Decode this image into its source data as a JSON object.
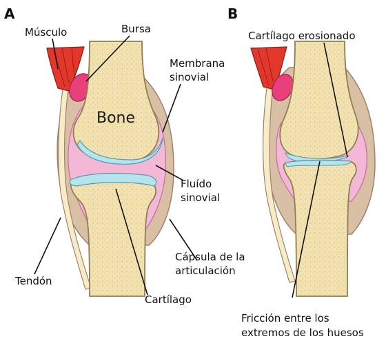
{
  "panels": {
    "a": "A",
    "b": "B"
  },
  "labels_a": {
    "muscle": "Músculo",
    "bursa": "Bursa",
    "bone": "Bone",
    "synovial_membrane_1": "Membrana",
    "synovial_membrane_2": "sinovial",
    "synovial_fluid_1": "Fluído",
    "synovial_fluid_2": "sinovial",
    "capsule_1": "Cápsula de la",
    "capsule_2": "articulación",
    "tendon": "Tendón",
    "cartilage": "Cartílago"
  },
  "labels_b": {
    "eroded_cartilage": "Cartílago erosionado",
    "friction_1": "Fricción entre los",
    "friction_2": "extremos de los huesos"
  },
  "colors": {
    "bone": "#f2e2b0",
    "bone_outline": "#a89a6a",
    "capsule": "#d9bfa3",
    "fluid": "#f2b8d6",
    "cartilage": "#b7e3ec",
    "muscle": "#e2372b",
    "bursa": "#e8407a",
    "tendon": "#f7ecc8"
  }
}
